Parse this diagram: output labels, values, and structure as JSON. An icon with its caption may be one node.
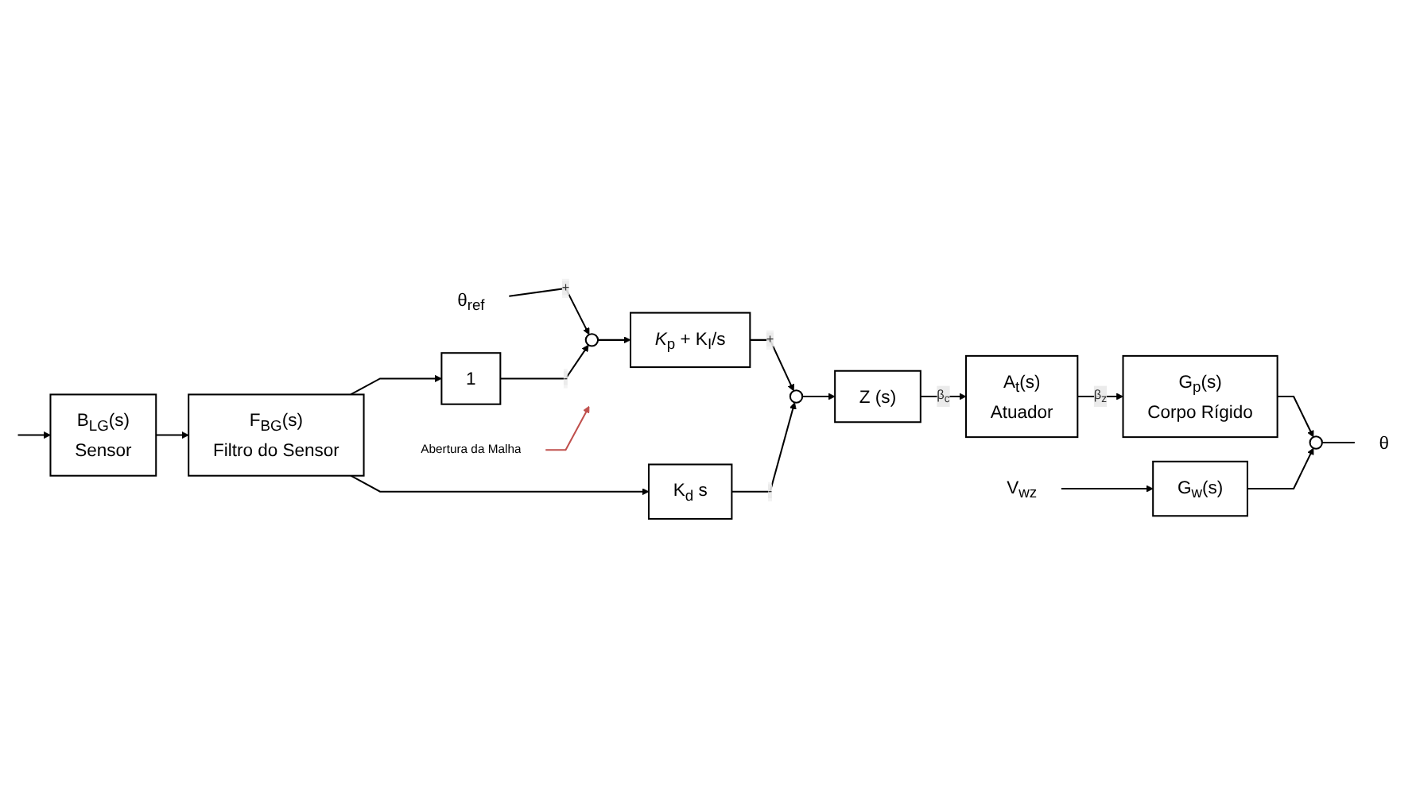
{
  "diagram": {
    "nodes": [
      {
        "text": [
          "θ$_{ref}$"
        ]
      },
      {
        "text": [],
        "shape": "circle"
      },
      {
        "text": [
          "*K*$_{p}$ + K$_{I}$/s"
        ]
      },
      {
        "text": [],
        "shape": "circle"
      },
      {
        "text": [
          "Z (s)"
        ]
      },
      {
        "text": [
          "A$_{t}$(s)",
          "Atuador"
        ]
      },
      {
        "text": [
          "G$_{p}$(s)",
          "Corpo Rígido"
        ]
      },
      {
        "text": [
          "V$_{wz}$"
        ]
      },
      {
        "text": [
          "G$_{w}$(s)"
        ]
      },
      {
        "text": [],
        "shape": "circle"
      },
      {
        "text": [
          "θ"
        ]
      },
      {
        "text": [
          "K$_{d}$ s"
        ]
      },
      {
        "text": [
          "1"
        ]
      },
      {
        "text": [
          "F$_{BG}$(s)",
          "Filtro do Sensor"
        ]
      },
      {
        "text": [
          "B$_{LG}$(s)",
          "Sensor"
        ]
      },
      {
        "text": [
          "Abertura da Malha"
        ]
      }
    ],
    "edges": [
      {
        "from": 0,
        "to": 1,
        "arrow": "to",
        "label": "+"
      },
      {
        "from": 1,
        "to": 2,
        "arrow": "to"
      },
      {
        "from": 2,
        "to": 3,
        "arrow": "to",
        "label": "+"
      },
      {
        "from": 3,
        "to": 4,
        "arrow": "to"
      },
      {
        "from": 4,
        "to": 5,
        "arrow": "to",
        "label": "β$_{c}$"
      },
      {
        "from": 5,
        "to": 6,
        "arrow": "to",
        "label": "β$_{z}$"
      },
      {
        "from": 6,
        "to": 9,
        "arrow": "to"
      },
      {
        "from": 7,
        "to": 8,
        "arrow": "to"
      },
      {
        "from": 8,
        "to": 9,
        "arrow": "to"
      },
      {
        "from": 9,
        "to": 10,
        "arrow": "none"
      },
      {
        "from": null,
        "to": 14,
        "arrow": "to"
      },
      {
        "from": 14,
        "to": 13,
        "arrow": "to"
      },
      {
        "from": 13,
        "to": 12,
        "arrow": "to"
      },
      {
        "from": 13,
        "to": 11,
        "arrow": "to"
      },
      {
        "from": 12,
        "to": 1,
        "arrow": "to",
        "label": "-"
      },
      {
        "from": 11,
        "to": 3,
        "arrow": "to",
        "label": "-"
      },
      {
        "from": 15,
        "to": null,
        "arrow": "to",
        "color": "#c0504d"
      }
    ]
  }
}
